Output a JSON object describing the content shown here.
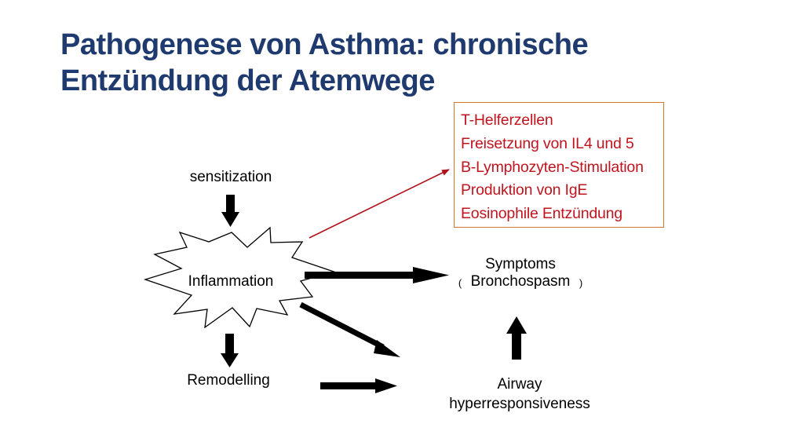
{
  "title": {
    "line1": "Pathogenese von Asthma: chronische",
    "line2": "Entzündung der Atemwege"
  },
  "infobox": {
    "items": [
      "T-Helferzellen",
      "Freisetzung von IL4 und 5",
      "B-Lymphozyten-Stimulation",
      "Produktion von IgE",
      "Eosinophile Entzündung"
    ]
  },
  "diagram": {
    "sensitization": "sensitization",
    "inflammation": "Inflammation",
    "remodelling": "Remodelling",
    "symptoms": "Symptoms",
    "bronchospasm": "Bronchospasm",
    "bracket_open": "(",
    "bracket_close": ")",
    "airway_line1": "Airway",
    "airway_line2": "hyperresponsiveness"
  },
  "colors": {
    "title": "#1f3a6e",
    "infobox_text": "#c0141e",
    "infobox_border": "#d9762e",
    "link_arrow": "#b0121b",
    "flow_arrows": "#000000"
  }
}
